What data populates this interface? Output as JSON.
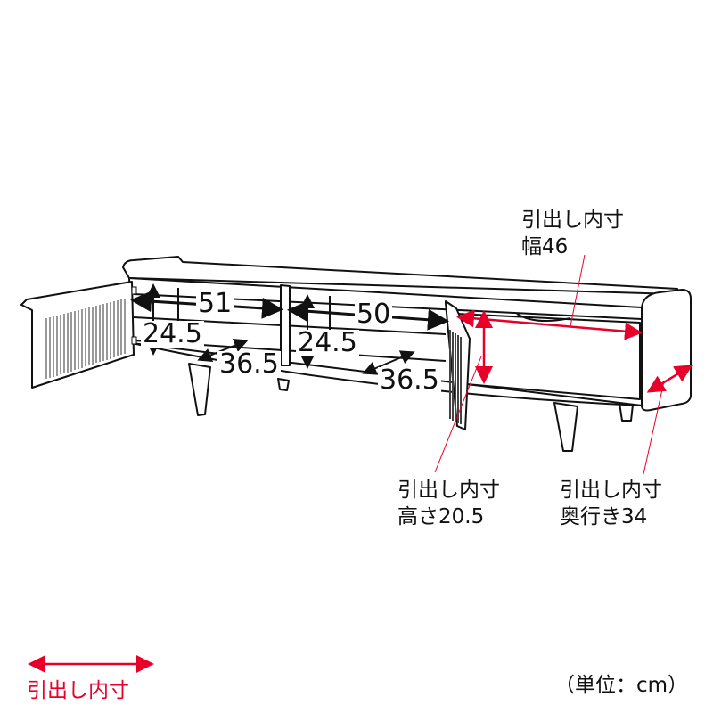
{
  "dimensions": {
    "left_width": "51",
    "center_width": "50",
    "left_height": "24.5",
    "center_height": "24.5",
    "left_depth": "36.5",
    "center_depth": "36.5"
  },
  "drawer_notes": {
    "width": {
      "title": "引出し内寸",
      "value": "幅46"
    },
    "height": {
      "title": "引出し内寸",
      "value": "高さ20.5"
    },
    "depth": {
      "title": "引出し内寸",
      "value": "奥行き34"
    }
  },
  "legend": {
    "label": "引出し内寸",
    "color": "#e8002a"
  },
  "unit_note": "（単位：cm）"
}
